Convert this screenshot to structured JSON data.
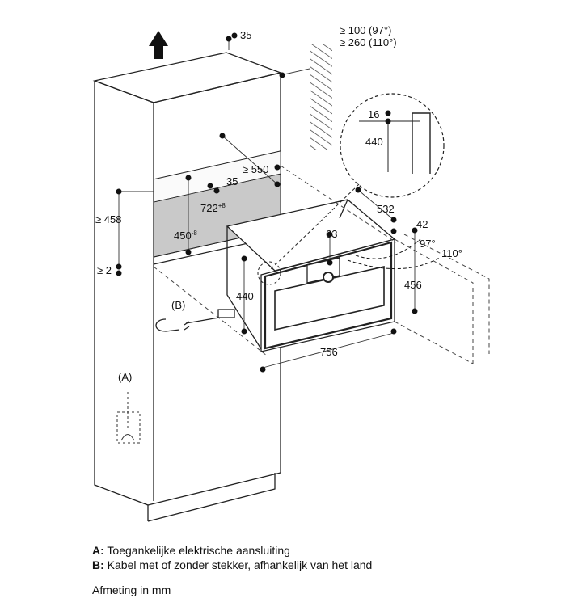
{
  "dimensions": {
    "top_gap": "35",
    "vent_min": "≥ 100 (97°)",
    "vent_min2": "≥ 260 (110°)",
    "detail_16": "16",
    "detail_440": "440",
    "depth_550": "≥ 550",
    "niche_35": "35",
    "niche_height": "722",
    "niche_height_tol": "+8",
    "niche_450": "450",
    "niche_450_tol": "-8",
    "side_458": "≥ 458",
    "bottom_2": "≥ 2",
    "depth_532": "532",
    "front_42": "42",
    "door_63": "63",
    "angle_97": "97°",
    "angle_110": "110°",
    "height_456": "456",
    "body_440": "440",
    "width_756": "756"
  },
  "markers": {
    "a": "(A)",
    "b": "(B)"
  },
  "legend": {
    "a_key": "A:",
    "a_text": " Toegankelijke elektrische aansluiting",
    "b_key": "B:",
    "b_text": " Kabel met of zonder stekker, afhankelijk van het land"
  },
  "unit_note": "Afmeting in mm"
}
